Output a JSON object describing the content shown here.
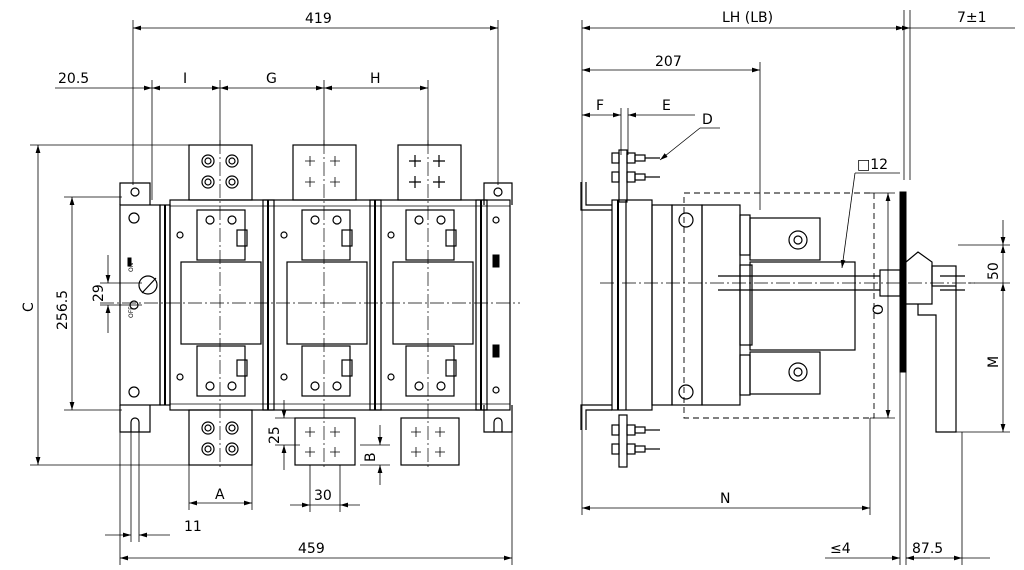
{
  "front_view": {
    "dims": {
      "overall_top": "419",
      "left_offset": "20.5",
      "pitch_i": "I",
      "pitch_g": "G",
      "pitch_h": "H",
      "height_c": "C",
      "height_256": "256.5",
      "handle_29": "29",
      "terminal_25": "25",
      "terminal_b": "B",
      "terminal_a": "A",
      "terminal_30": "30",
      "bottom_11": "11",
      "overall_bottom": "459"
    },
    "switch_labels": {
      "on": "ON",
      "off": "OFF"
    }
  },
  "side_view": {
    "dims": {
      "length_lh": "LH (LB)",
      "plate_7": "7±1",
      "depth_207": "207",
      "offset_f": "F",
      "offset_e": "E",
      "bolt_d": "D",
      "shaft_12": "□12",
      "height_o": "O",
      "handle_50": "50",
      "handle_m": "M",
      "depth_n": "N",
      "gap_4": "≤4",
      "handle_87": "87.5"
    }
  }
}
